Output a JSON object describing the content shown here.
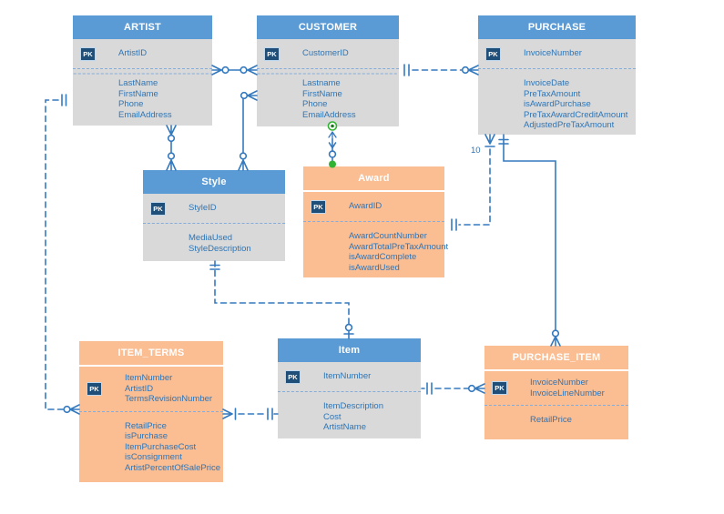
{
  "labels": {
    "pk": "PK",
    "purchase_cardinality": "10"
  },
  "colors": {
    "header_blue": "#5B9BD5",
    "body_gray": "#D9D9D9",
    "entity_orange": "#FBBD92",
    "pk_badge_navy": "#1F4E79",
    "field_text_blue": "#2E75B6",
    "connector_blue": "#3579BE",
    "selected_green": "#33B333"
  },
  "entities": [
    {
      "name": "ARTIST",
      "pk": [
        "ArtistID"
      ],
      "fields": [
        "LastName",
        "FirstName",
        "Phone",
        "EmailAddress"
      ]
    },
    {
      "name": "CUSTOMER",
      "pk": [
        "CustomerID"
      ],
      "fields": [
        "Lastname",
        "FirstName",
        "Phone",
        "EmailAddress"
      ]
    },
    {
      "name": "PURCHASE",
      "pk": [
        "InvoiceNumber"
      ],
      "fields": [
        "InvoiceDate",
        "PreTaxAmount",
        "isAwardPurchase",
        "PreTaxAwardCreditAmount",
        "AdjustedPreTaxAmount"
      ]
    },
    {
      "name": "Style",
      "pk": [
        "StyleID"
      ],
      "fields": [
        "MediaUsed",
        "StyleDescription"
      ]
    },
    {
      "name": "Award",
      "pk": [
        "AwardID"
      ],
      "fields": [
        "AwardCountNumber",
        "AwardTotalPreTaxAmount",
        "isAwardComplete",
        "isAwardUsed"
      ]
    },
    {
      "name": "ITEM_TERMS",
      "pk": [
        "ItemNumber",
        "ArtistID",
        "TermsRevisionNumber"
      ],
      "fields": [
        "RetailPrice",
        "isPurchase",
        "ItemPurchaseCost",
        "isConsignment",
        "ArtistPercentOfSalePrice"
      ]
    },
    {
      "name": "Item",
      "pk": [
        "ItemNumber"
      ],
      "fields": [
        "ItemDescription",
        "Cost",
        "ArtistName"
      ]
    },
    {
      "name": "PURCHASE_ITEM",
      "pk": [
        "InvoiceNumber",
        "InvoiceLineNumber"
      ],
      "fields": [
        "RetailPrice"
      ]
    }
  ],
  "relationships": [
    {
      "from": "ARTIST",
      "to": "CUSTOMER",
      "line": "solid",
      "from_end": "zero-or-many",
      "to_end": "zero-or-many"
    },
    {
      "from": "CUSTOMER",
      "to": "PURCHASE",
      "line": "dashed",
      "from_end": "exactly-one",
      "to_end": "zero-or-many"
    },
    {
      "from": "ARTIST",
      "to": "Style",
      "line": "solid",
      "from_end": "zero-or-many",
      "to_end": "zero-or-many"
    },
    {
      "from": "CUSTOMER",
      "to": "Style",
      "line": "solid",
      "from_end": "zero-or-many",
      "to_end": "zero-or-many"
    },
    {
      "from": "CUSTOMER",
      "to": "Award",
      "line": "solid",
      "selected": true,
      "to_end": "zero-or-one"
    },
    {
      "from": "Award",
      "to": "PURCHASE",
      "line": "dashed",
      "from_end": "exactly-one",
      "to_end": "one-or-many",
      "label": "10"
    },
    {
      "from": "PURCHASE",
      "to": "PURCHASE_ITEM",
      "line": "solid",
      "from_end": "exactly-one",
      "to_end": "zero-or-many"
    },
    {
      "from": "ARTIST",
      "to": "ITEM_TERMS",
      "line": "dashed",
      "from_end": "exactly-one",
      "to_end": "zero-or-many"
    },
    {
      "from": "ITEM_TERMS",
      "to": "Item",
      "line": "dashed",
      "from_end": "one-or-many",
      "to_end": "exactly-one"
    },
    {
      "from": "Style",
      "to": "Item",
      "line": "dashed",
      "from_end": "exactly-one",
      "to_end": "zero-or-one"
    },
    {
      "from": "Item",
      "to": "PURCHASE_ITEM",
      "line": "dashed",
      "from_end": "exactly-one",
      "to_end": "zero-or-many"
    }
  ]
}
